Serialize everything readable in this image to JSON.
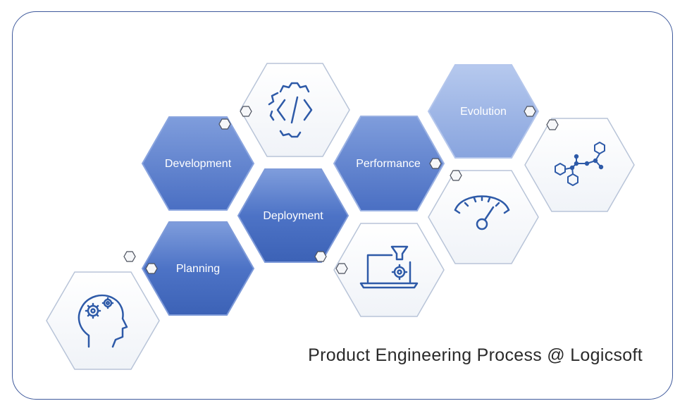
{
  "title": "Product Engineering Process @ Logicsoft",
  "stages": {
    "planning": "Planning",
    "development": "Development",
    "deployment": "Deployment",
    "performance": "Performance",
    "evolution": "Evolution"
  },
  "icons": [
    "head-gears-icon",
    "code-gear-icon",
    "laptop-funnel-gear-icon",
    "speedometer-icon",
    "molecule-network-icon"
  ],
  "colors": {
    "frame": "#3f5a9c",
    "icon": "#2e5aa8",
    "hex_dark": "#4a71c7",
    "hex_light": "#9db6e6"
  }
}
